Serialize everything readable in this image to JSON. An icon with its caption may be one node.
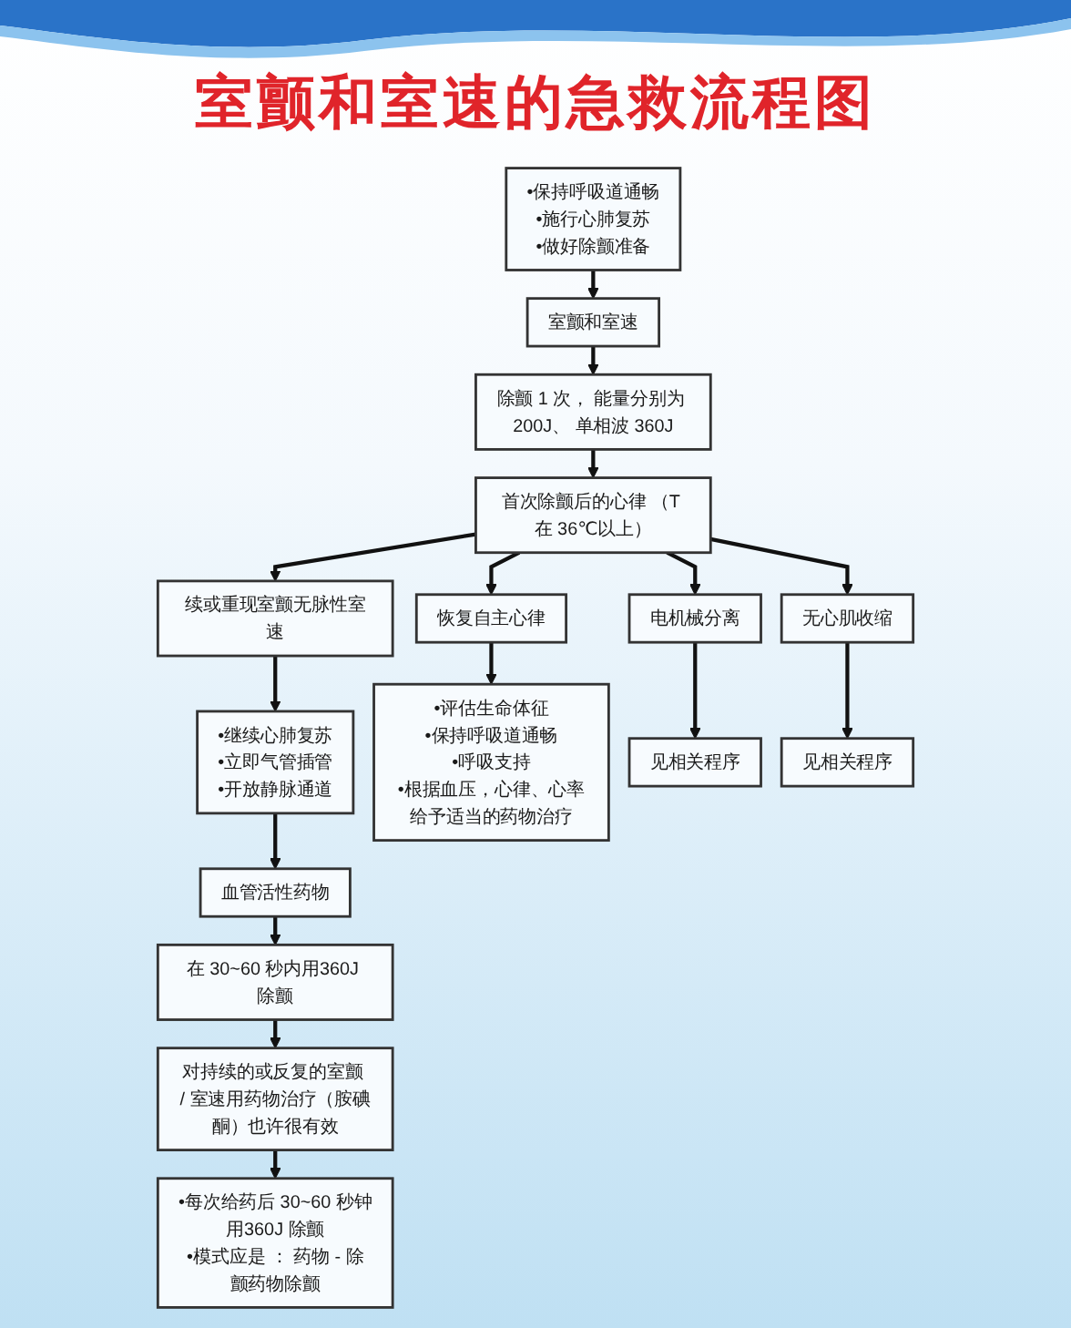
{
  "diagram": {
    "title": "室颤和室速的急救流程图",
    "nodes": [
      {
        "text": [
          "•保持呼吸道通畅",
          "•施行心肺复苏",
          "•做好除颤准备"
        ]
      },
      {
        "text": [
          "室颤和室速"
        ]
      },
      {
        "text": [
          "除颤 1 次， 能量分别为 200J、 单相波 360J"
        ]
      },
      {
        "text": [
          "首次除颤后的心律 （T 在 36℃以上）"
        ]
      },
      {
        "text": [
          "续或重现室颤无脉性室速"
        ]
      },
      {
        "text": [
          "恢复自主心律"
        ]
      },
      {
        "text": [
          "电机械分离"
        ]
      },
      {
        "text": [
          "无心肌收缩"
        ]
      },
      {
        "text": [
          "•继续心肺复苏",
          "•立即气管插管",
          "•开放静脉通道"
        ]
      },
      {
        "text": [
          "•评估生命体征",
          "•保持呼吸道通畅",
          "•呼吸支持",
          "•根据血压，心律、心率给予适当的药物治疗"
        ]
      },
      {
        "text": [
          "见相关程序"
        ]
      },
      {
        "text": [
          "见相关程序"
        ]
      },
      {
        "text": [
          "血管活性药物"
        ]
      },
      {
        "text": [
          "在 30~60 秒内用360J 除颤"
        ]
      },
      {
        "text": [
          "对持续的或反复的室颤 / 室速用药物治疗（胺碘酮）也许很有效"
        ]
      },
      {
        "text": [
          "•每次给药后 30~60 秒钟用360J 除颤",
          "•模式应是 ： 药物 - 除颤药物除颤"
        ]
      }
    ],
    "edges": [
      {
        "from": 0,
        "to": 1,
        "arrow": "to"
      },
      {
        "from": 1,
        "to": 2,
        "arrow": "to"
      },
      {
        "from": 2,
        "to": 3,
        "arrow": "to"
      },
      {
        "from": 3,
        "to": 4,
        "arrow": "to"
      },
      {
        "from": 3,
        "to": 5,
        "arrow": "to"
      },
      {
        "from": 3,
        "to": 6,
        "arrow": "to"
      },
      {
        "from": 3,
        "to": 7,
        "arrow": "to"
      },
      {
        "from": 4,
        "to": 8,
        "arrow": "to"
      },
      {
        "from": 5,
        "to": 9,
        "arrow": "to"
      },
      {
        "from": 6,
        "to": 10,
        "arrow": "to"
      },
      {
        "from": 7,
        "to": 11,
        "arrow": "to"
      },
      {
        "from": 8,
        "to": 12,
        "arrow": "to"
      },
      {
        "from": 12,
        "to": 13,
        "arrow": "to"
      },
      {
        "from": 13,
        "to": 14,
        "arrow": "to"
      },
      {
        "from": 14,
        "to": 15,
        "arrow": "to"
      }
    ]
  }
}
